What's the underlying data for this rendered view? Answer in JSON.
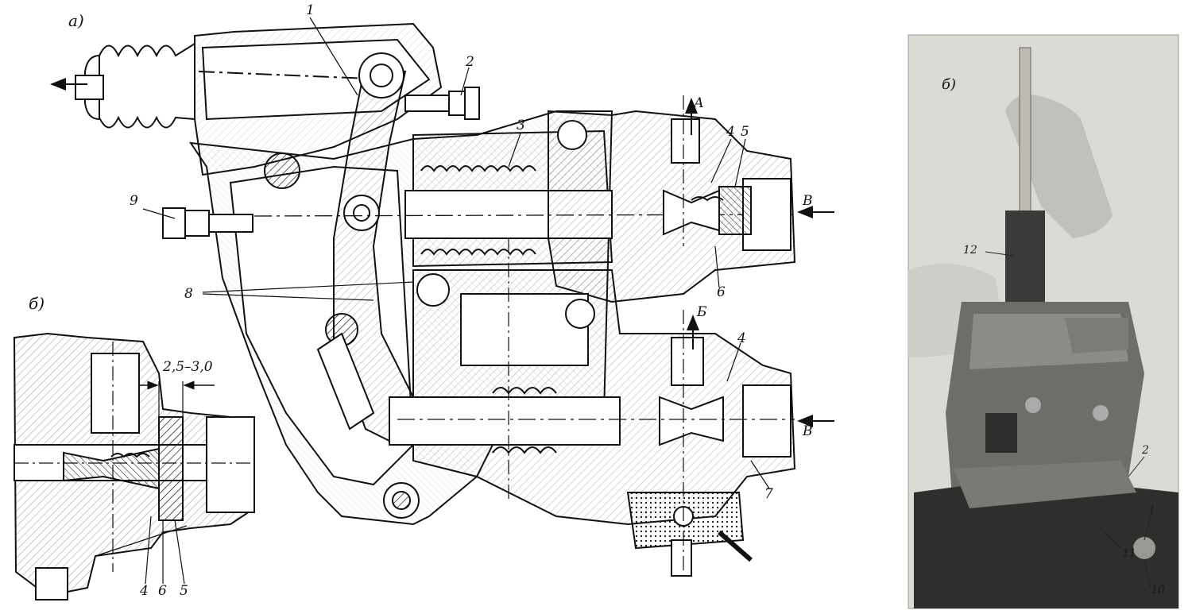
{
  "figure": {
    "panel_a_tag": "a)",
    "panel_b_tag": "б)",
    "photo_tag": "б)",
    "dimension_label": "2,5–3,0",
    "arrow_labels": {
      "A": "А",
      "B_upper": "В",
      "B_mid": "Б",
      "B_lower": "В"
    },
    "callouts_a": [
      "1",
      "2",
      "3",
      "4",
      "5",
      "6",
      "8",
      "9",
      "4",
      "7"
    ],
    "callouts_b": [
      "4",
      "6",
      "5"
    ],
    "callouts_photo": [
      "12",
      "2",
      "1",
      "11",
      "10"
    ]
  }
}
